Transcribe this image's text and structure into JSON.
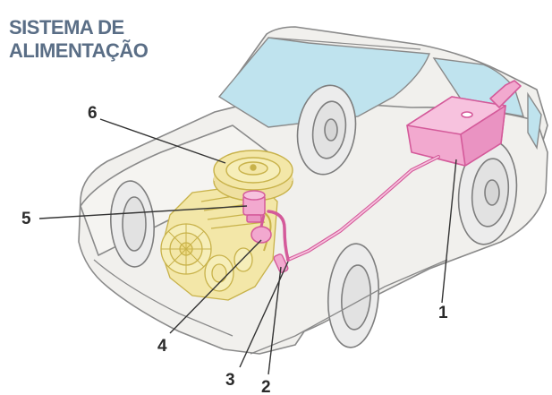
{
  "title": {
    "line1": "SISTEMA DE",
    "line2": "ALIMENTAÇÃO"
  },
  "labels": {
    "l1": "1",
    "l2": "2",
    "l3": "3",
    "l4": "4",
    "l5": "5",
    "l6": "6"
  },
  "colors": {
    "title": "#5a6e86",
    "car_outline": "#8a8a8a",
    "car_fill": "#f1f0ed",
    "glass": "#bfe3ee",
    "engine": "#f3e7a8",
    "engine_line": "#c8b24a",
    "fuel_system": "#f2a9cf",
    "fuel_line": "#d45a9a",
    "leader_line": "#333333"
  }
}
